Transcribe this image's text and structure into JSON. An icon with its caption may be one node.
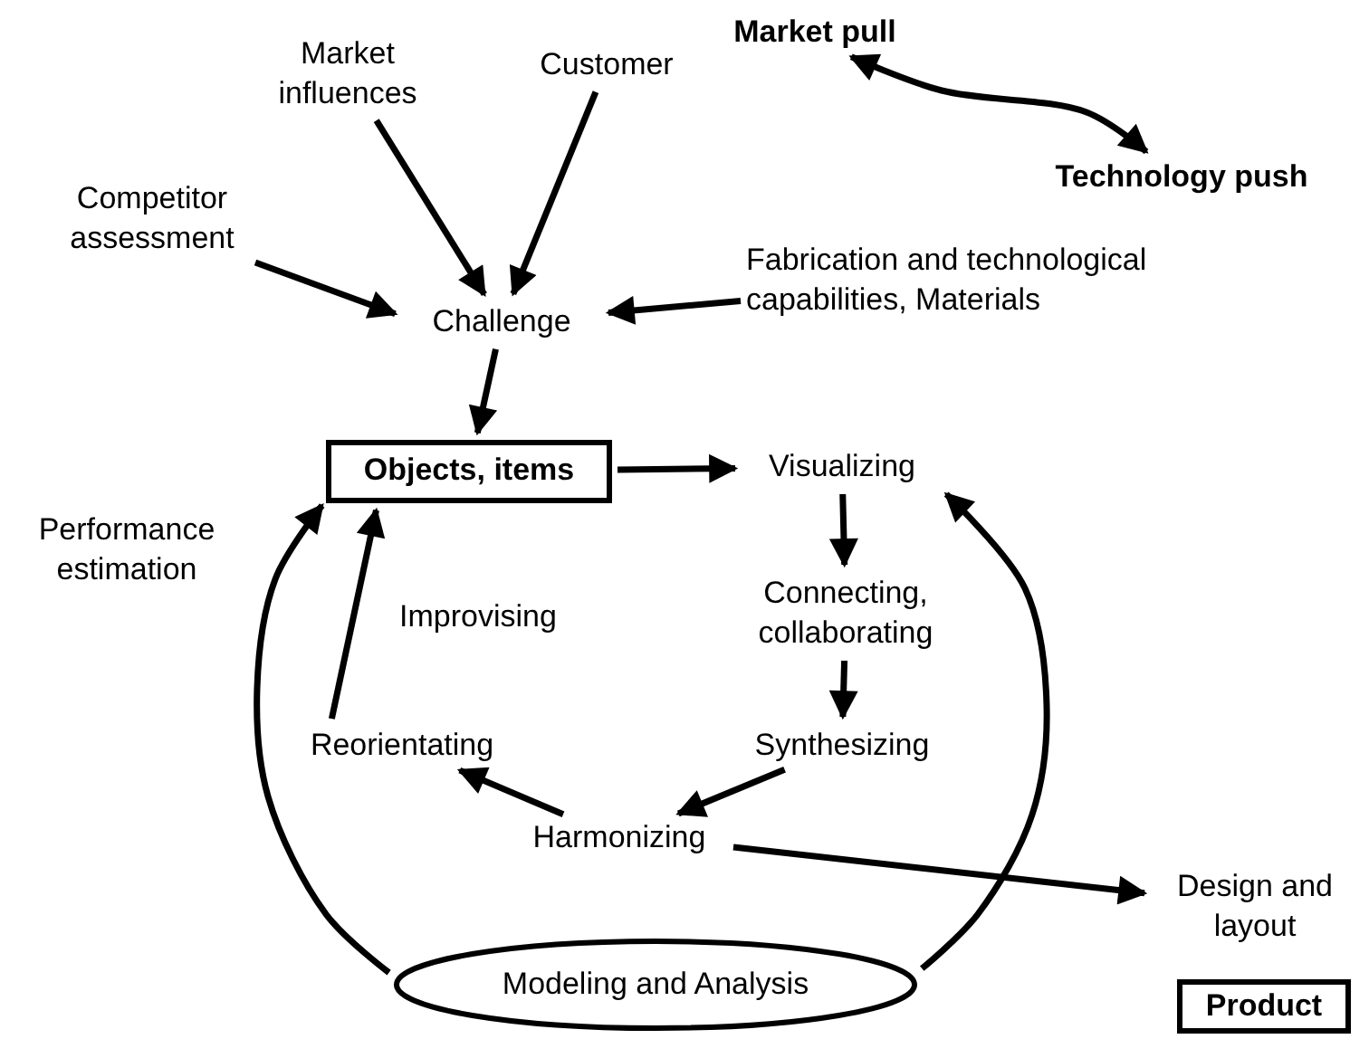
{
  "diagram": {
    "nodes": [
      {
        "text": [
          "Market influences"
        ]
      },
      {
        "text": [
          "Customer"
        ]
      },
      {
        "text": [
          "Market pull"
        ]
      },
      {
        "text": [
          "Technology push"
        ]
      },
      {
        "text": [
          "Competitor assessment"
        ]
      },
      {
        "text": [
          "Fabrication and technological capabilities, Materials"
        ]
      },
      {
        "text": [
          "Challenge"
        ]
      },
      {
        "text": [
          "Objects, items"
        ]
      },
      {
        "text": [
          "Visualizing"
        ]
      },
      {
        "text": [
          "Connecting, collaborating"
        ]
      },
      {
        "text": [
          "Synthesizing"
        ]
      },
      {
        "text": [
          "Harmonizing"
        ]
      },
      {
        "text": [
          "Reorientating"
        ]
      },
      {
        "text": [
          "Design and layout"
        ]
      },
      {
        "text": [
          "Modeling and Analysis"
        ]
      },
      {
        "text": [
          "Product"
        ]
      }
    ],
    "edges": [
      {
        "from": 0,
        "to": 6,
        "arrow": "to"
      },
      {
        "from": 1,
        "to": 6,
        "arrow": "to"
      },
      {
        "from": 4,
        "to": 6,
        "arrow": "to"
      },
      {
        "from": 5,
        "to": 6,
        "arrow": "to"
      },
      {
        "from": 2,
        "to": 3,
        "arrow": "both"
      },
      {
        "from": 6,
        "to": 7,
        "arrow": "to"
      },
      {
        "from": 7,
        "to": 8,
        "arrow": "to"
      },
      {
        "from": 8,
        "to": 9,
        "arrow": "to"
      },
      {
        "from": 9,
        "to": 10,
        "arrow": "to"
      },
      {
        "from": 10,
        "to": 11,
        "arrow": "to"
      },
      {
        "from": 11,
        "to": 12,
        "arrow": "to"
      },
      {
        "from": 12,
        "to": 7,
        "arrow": "to"
      },
      {
        "from": 11,
        "to": 13,
        "arrow": "to"
      },
      {
        "from": 14,
        "to": 7,
        "arrow": "to"
      },
      {
        "from": 14,
        "to": 8,
        "arrow": "to"
      }
    ],
    "labels": [
      "Performance estimation",
      "Improvising"
    ]
  }
}
